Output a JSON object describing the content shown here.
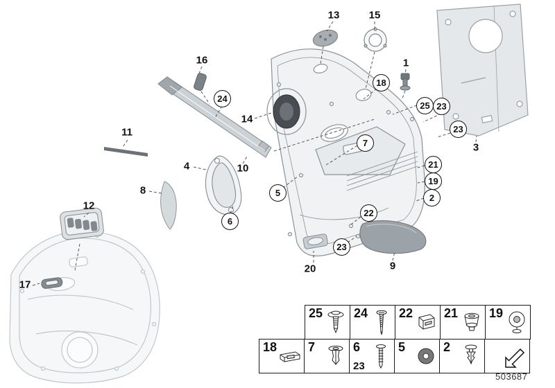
{
  "colors": {
    "outline": "#8a9196",
    "panel_fill": "#f0f2f4",
    "ghost_line": "#c0c7cc",
    "dark_part": "#6e757b",
    "leader": "#555555"
  },
  "callouts": {
    "n13": "13",
    "n15": "15",
    "n16": "16",
    "n1": "1",
    "n3": "3",
    "n14": "14",
    "n11": "11",
    "n4": "4",
    "n10": "10",
    "n8": "8",
    "n12": "12",
    "n17": "17",
    "n20": "20",
    "n9": "9",
    "b24": "24",
    "b18": "18",
    "b25": "25",
    "b23a": "23",
    "b23b": "23",
    "b23c": "23",
    "b7": "7",
    "b21": "21",
    "b19": "19",
    "b2": "2",
    "b5": "5",
    "b6": "6",
    "b22": "22"
  },
  "legend": {
    "row1": [
      {
        "num": "25",
        "icon": "screw-with-washer"
      },
      {
        "num": "24",
        "icon": "tapping-screw"
      },
      {
        "num": "22",
        "icon": "clip-nut"
      },
      {
        "num": "21",
        "icon": "sealing-plug"
      },
      {
        "num": "19",
        "icon": "blind-plug"
      }
    ],
    "row2": [
      {
        "num": "18",
        "icon": "retaining-clip"
      },
      {
        "num": "7",
        "icon": "expanding-rivet"
      },
      {
        "num": "6",
        "num2": "23",
        "icon": "push-pin-rivet"
      },
      {
        "num": "5",
        "icon": "grommet-washer"
      },
      {
        "num": "2",
        "icon": "expanding-clip"
      },
      {
        "num": "",
        "icon": "front-direction-arrow"
      }
    ]
  },
  "footer": {
    "drawing_number": "503687"
  }
}
